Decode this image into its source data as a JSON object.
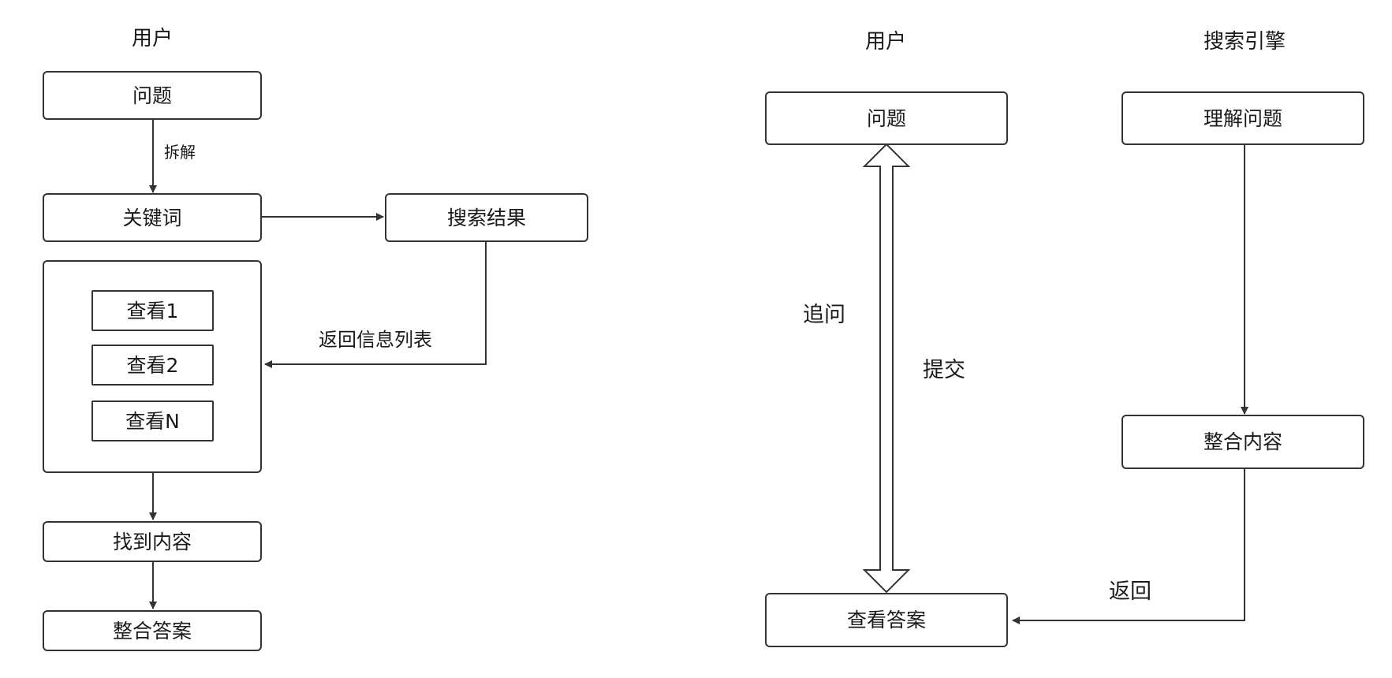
{
  "left": {
    "header": "用户",
    "question": "问题",
    "decompose": "拆解",
    "keywords": "关键词",
    "search_results": "搜索结果",
    "return_list": "返回信息列表",
    "views": [
      "查看1",
      "查看2",
      "查看N"
    ],
    "find_content": "找到内容",
    "integrate_answer": "整合答案"
  },
  "right": {
    "header_user": "用户",
    "header_engine": "搜索引擎",
    "question": "问题",
    "understand": "理解问题",
    "follow_up": "追问",
    "submit": "提交",
    "integrate_content": "整合内容",
    "return": "返回",
    "view_answer": "查看答案"
  },
  "colors": {
    "stroke": "#333333",
    "text": "#1a1a1a",
    "background": "#ffffff"
  }
}
